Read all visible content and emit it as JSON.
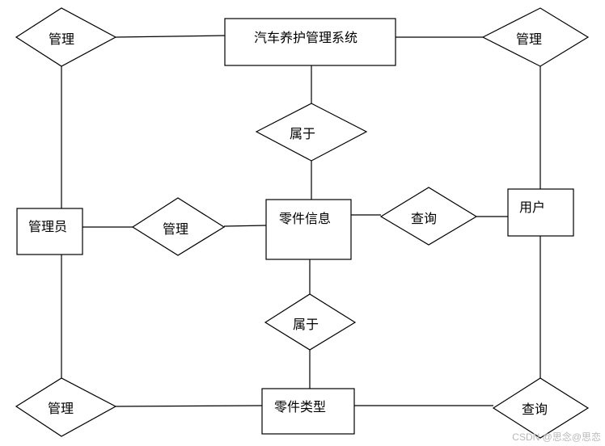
{
  "entities": {
    "system": "汽车养护管理系统",
    "admin": "管理员",
    "parts_info": "零件信息",
    "user": "用户",
    "parts_type": "零件类型"
  },
  "relationships": {
    "top_left": "管理",
    "top_right": "管理",
    "center_top": "属于",
    "middle_left": "管理",
    "middle_right": "查询",
    "center_bottom": "属于",
    "bottom_left": "管理",
    "bottom_right": "查询"
  },
  "watermark": "CSDN @思念@思恋"
}
